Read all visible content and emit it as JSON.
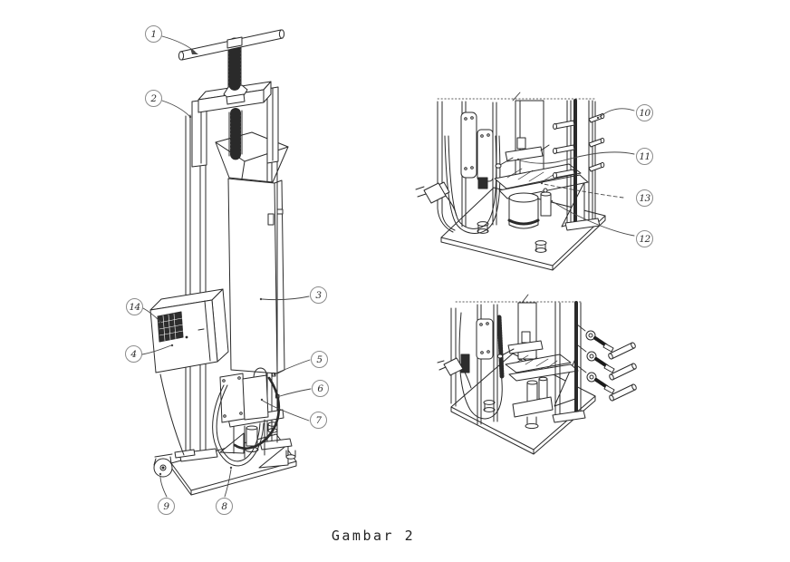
{
  "figure": {
    "caption": "Gambar 2"
  },
  "colors": {
    "line": "#2a2a2a",
    "leader": "#474747",
    "callout_border": "#8b8b8b",
    "text": "#222222"
  },
  "callouts": {
    "main": [
      {
        "label": "1"
      },
      {
        "label": "2"
      },
      {
        "label": "3"
      },
      {
        "label": "4"
      },
      {
        "label": "5"
      },
      {
        "label": "6"
      },
      {
        "label": "7"
      },
      {
        "label": "8"
      },
      {
        "label": "9"
      },
      {
        "label": "14"
      }
    ],
    "detail_top": [
      {
        "label": "10"
      },
      {
        "label": "11"
      },
      {
        "label": "13"
      },
      {
        "label": "12"
      }
    ]
  }
}
